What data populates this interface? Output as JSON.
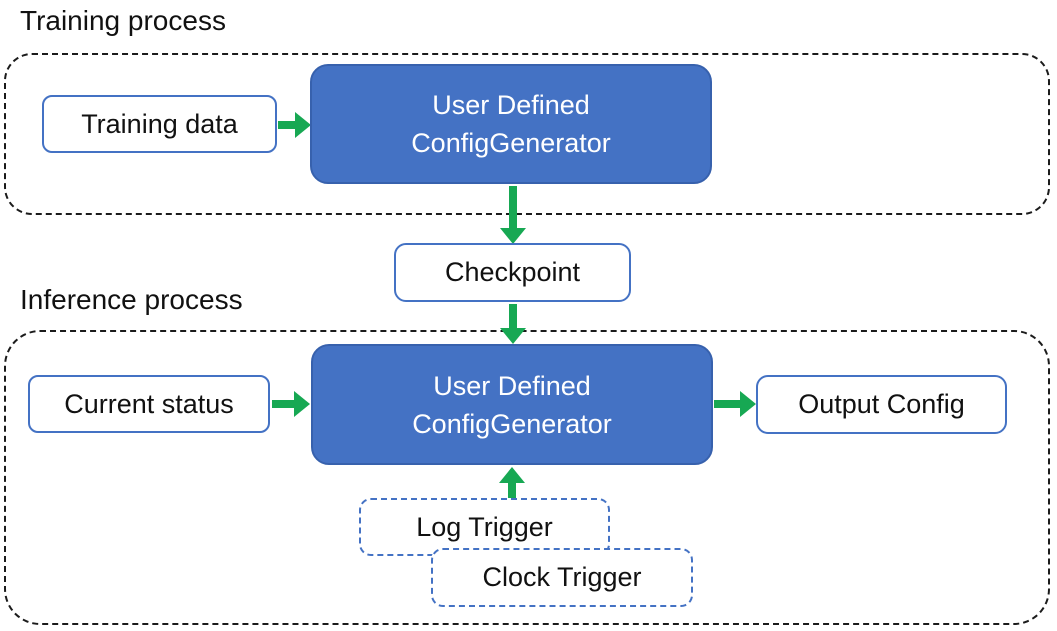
{
  "colors": {
    "primary_blue": "#4472C4",
    "blue_border_dark": "#3761AD",
    "arrow_green": "#17A853",
    "text_black": "#111111",
    "box_bg": "#ffffff"
  },
  "training_section": {
    "title": "Training process",
    "input_box": "Training data",
    "generator_line1": "User Defined",
    "generator_line2": "ConfigGenerator"
  },
  "checkpoint": {
    "label": "Checkpoint"
  },
  "inference_section": {
    "title": "Inference process",
    "input_box": "Current status",
    "generator_line1": "User Defined",
    "generator_line2": "ConfigGenerator",
    "output_box": "Output Config",
    "log_trigger": "Log Trigger",
    "clock_trigger": "Clock Trigger"
  }
}
